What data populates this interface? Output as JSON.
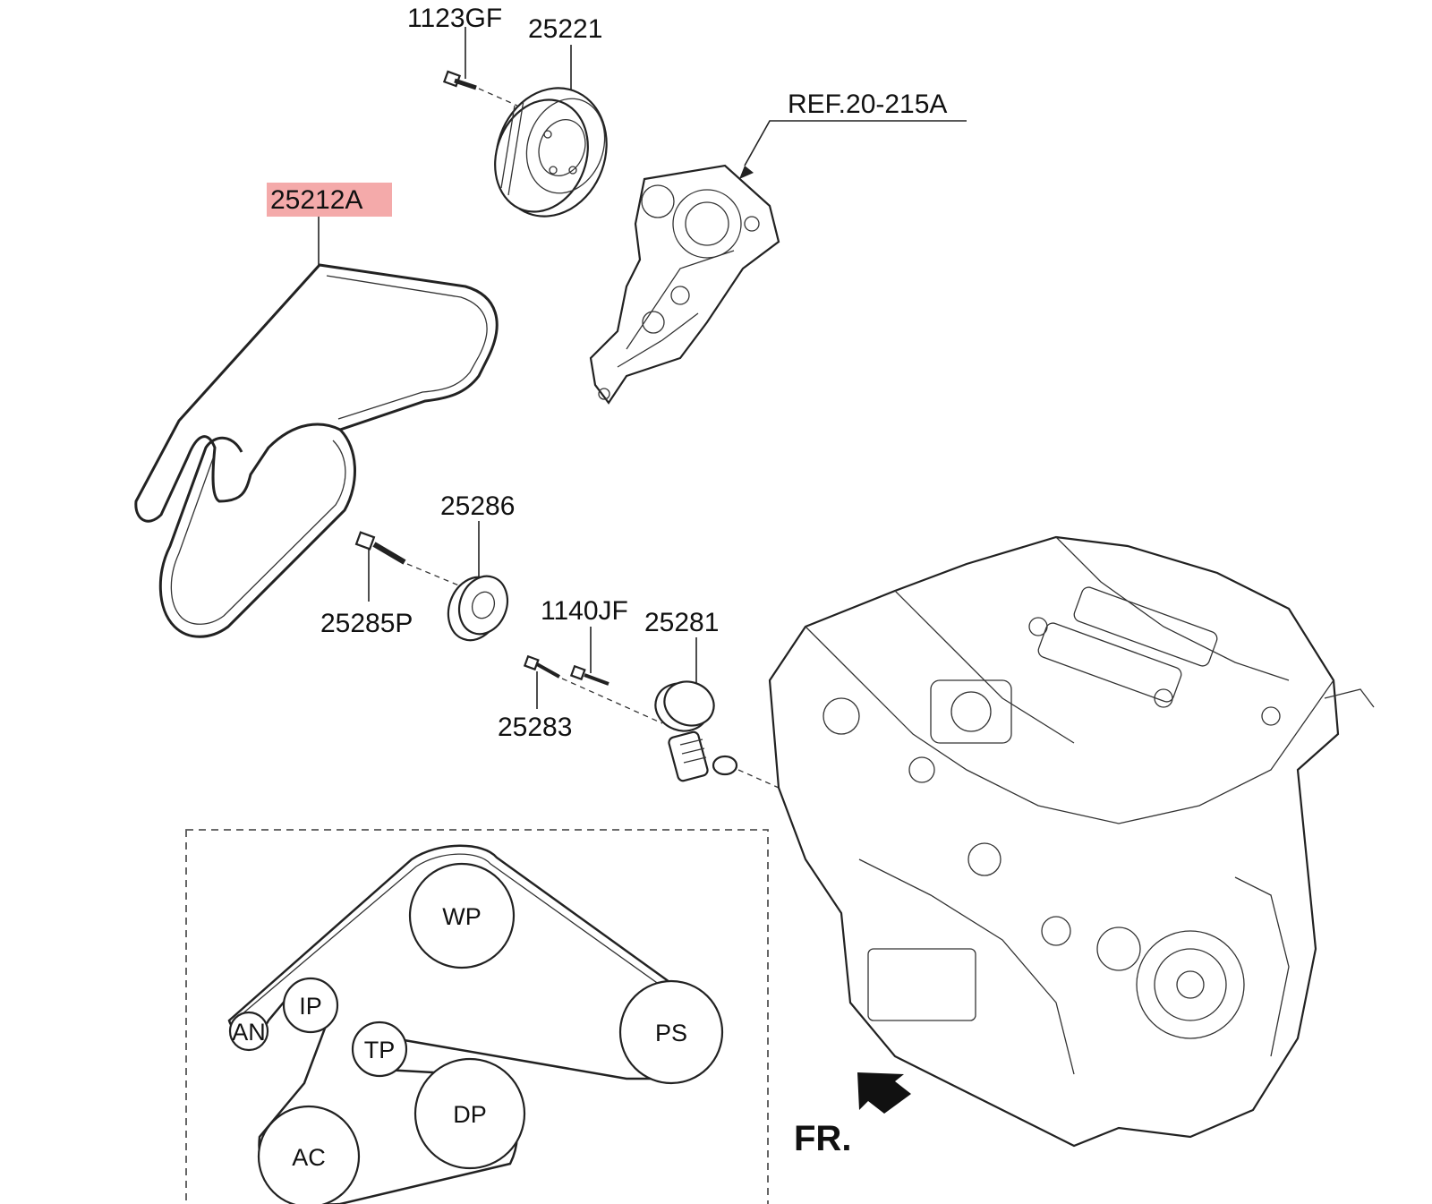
{
  "callouts": {
    "bolt_water_pump_pulley": "1123GF",
    "water_pump_pulley": "25221",
    "water_pump_ref": "REF.20-215A",
    "drive_belt": "25212A",
    "idler_pulley": "25286",
    "idler_bolt": "25285P",
    "tensioner_bolt_a": "1140JF",
    "tensioner": "25281",
    "tensioner_bolt_b": "25283"
  },
  "highlight_color": "#f4aaaa",
  "belt_routing": {
    "pulleys": [
      "WP",
      "IP",
      "AN",
      "TP",
      "PS",
      "DP",
      "AC"
    ]
  },
  "front_indicator": {
    "label": "FR."
  }
}
